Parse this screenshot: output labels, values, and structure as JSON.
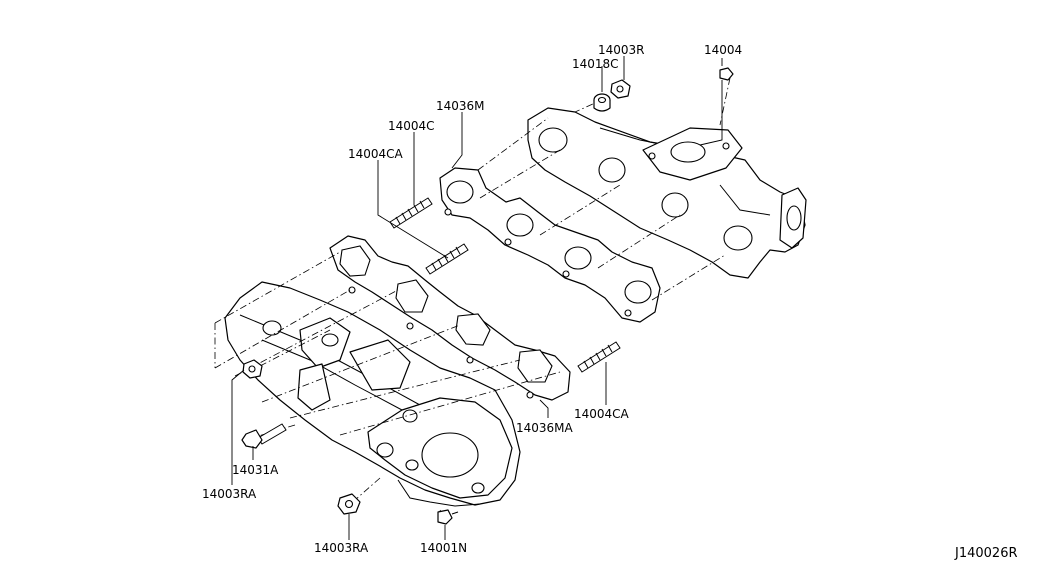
{
  "diagram": {
    "labels": {
      "p14003R": "14003R",
      "p14004": "14004",
      "p14018C": "14018C",
      "p14036M": "14036M",
      "p14004C": "14004C",
      "p14004CA_top": "14004CA",
      "p14004CA_right": "14004CA",
      "p14036MA": "14036MA",
      "p14031A": "14031A",
      "p14003RA_left": "14003RA",
      "p14003RA_bottom": "14003RA",
      "p14001N": "14001N"
    },
    "reference_code": "J140026R"
  }
}
